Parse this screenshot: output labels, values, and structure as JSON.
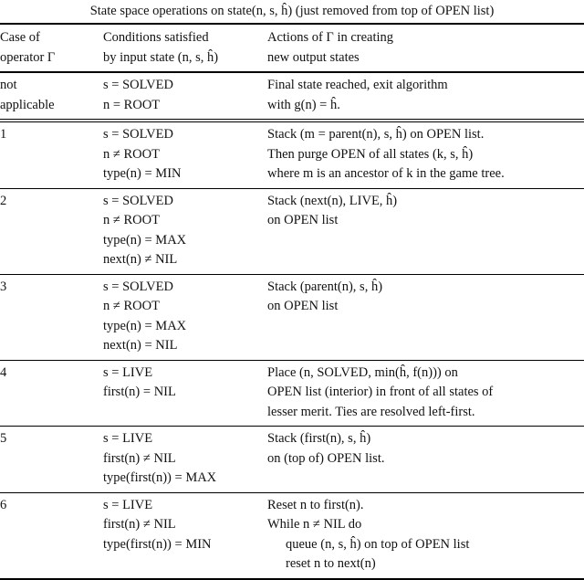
{
  "caption": "State space operations on state(n, s, ĥ) (just removed from top of OPEN list)",
  "columns": {
    "case": [
      "Case of",
      "operator Γ"
    ],
    "conditions": [
      "Conditions satisfied",
      "by input state (n, s, ĥ)"
    ],
    "actions": [
      "Actions of Γ in creating",
      "new output states"
    ]
  },
  "rows": [
    {
      "case": [
        "not",
        "applicable"
      ],
      "conditions": [
        "s = SOLVED",
        "n = ROOT"
      ],
      "actions": [
        "Final state reached, exit algorithm",
        "with g(n) = ĥ."
      ]
    },
    {
      "case": [
        "1"
      ],
      "conditions": [
        "s = SOLVED",
        "n ≠ ROOT",
        "type(n) = MIN"
      ],
      "actions": [
        "Stack (m = parent(n), s, ĥ) on OPEN list.",
        "Then purge OPEN of all states (k, s, ĥ)",
        "where m is an ancestor of k in the game tree."
      ]
    },
    {
      "case": [
        "2"
      ],
      "conditions": [
        "s = SOLVED",
        "n ≠ ROOT",
        "type(n) = MAX",
        "next(n) ≠ NIL"
      ],
      "actions": [
        "Stack (next(n), LIVE, ĥ)",
        "on OPEN list"
      ]
    },
    {
      "case": [
        "3"
      ],
      "conditions": [
        "s = SOLVED",
        "n ≠ ROOT",
        "type(n) = MAX",
        "next(n) = NIL"
      ],
      "actions": [
        "Stack (parent(n), s, ĥ)",
        "on OPEN list"
      ]
    },
    {
      "case": [
        "4"
      ],
      "conditions": [
        "s = LIVE",
        "first(n) = NIL"
      ],
      "actions": [
        "Place (n, SOLVED, min(ĥ, f(n))) on",
        "OPEN list (interior) in front of all states of",
        "lesser merit. Ties are resolved left-first."
      ]
    },
    {
      "case": [
        "5"
      ],
      "conditions": [
        "s = LIVE",
        "first(n) ≠ NIL",
        "type(first(n)) = MAX"
      ],
      "actions": [
        "Stack (first(n), s, ĥ)",
        "on (top of) OPEN list."
      ]
    },
    {
      "case": [
        "6"
      ],
      "conditions": [
        "s = LIVE",
        "first(n) ≠ NIL",
        "type(first(n)) = MIN"
      ],
      "actions": [
        "Reset n to first(n).",
        "While n ≠ NIL do",
        "queue (n, s, ĥ) on top of OPEN list",
        "reset n to next(n)"
      ],
      "actions_indent": [
        false,
        false,
        true,
        true
      ]
    }
  ]
}
